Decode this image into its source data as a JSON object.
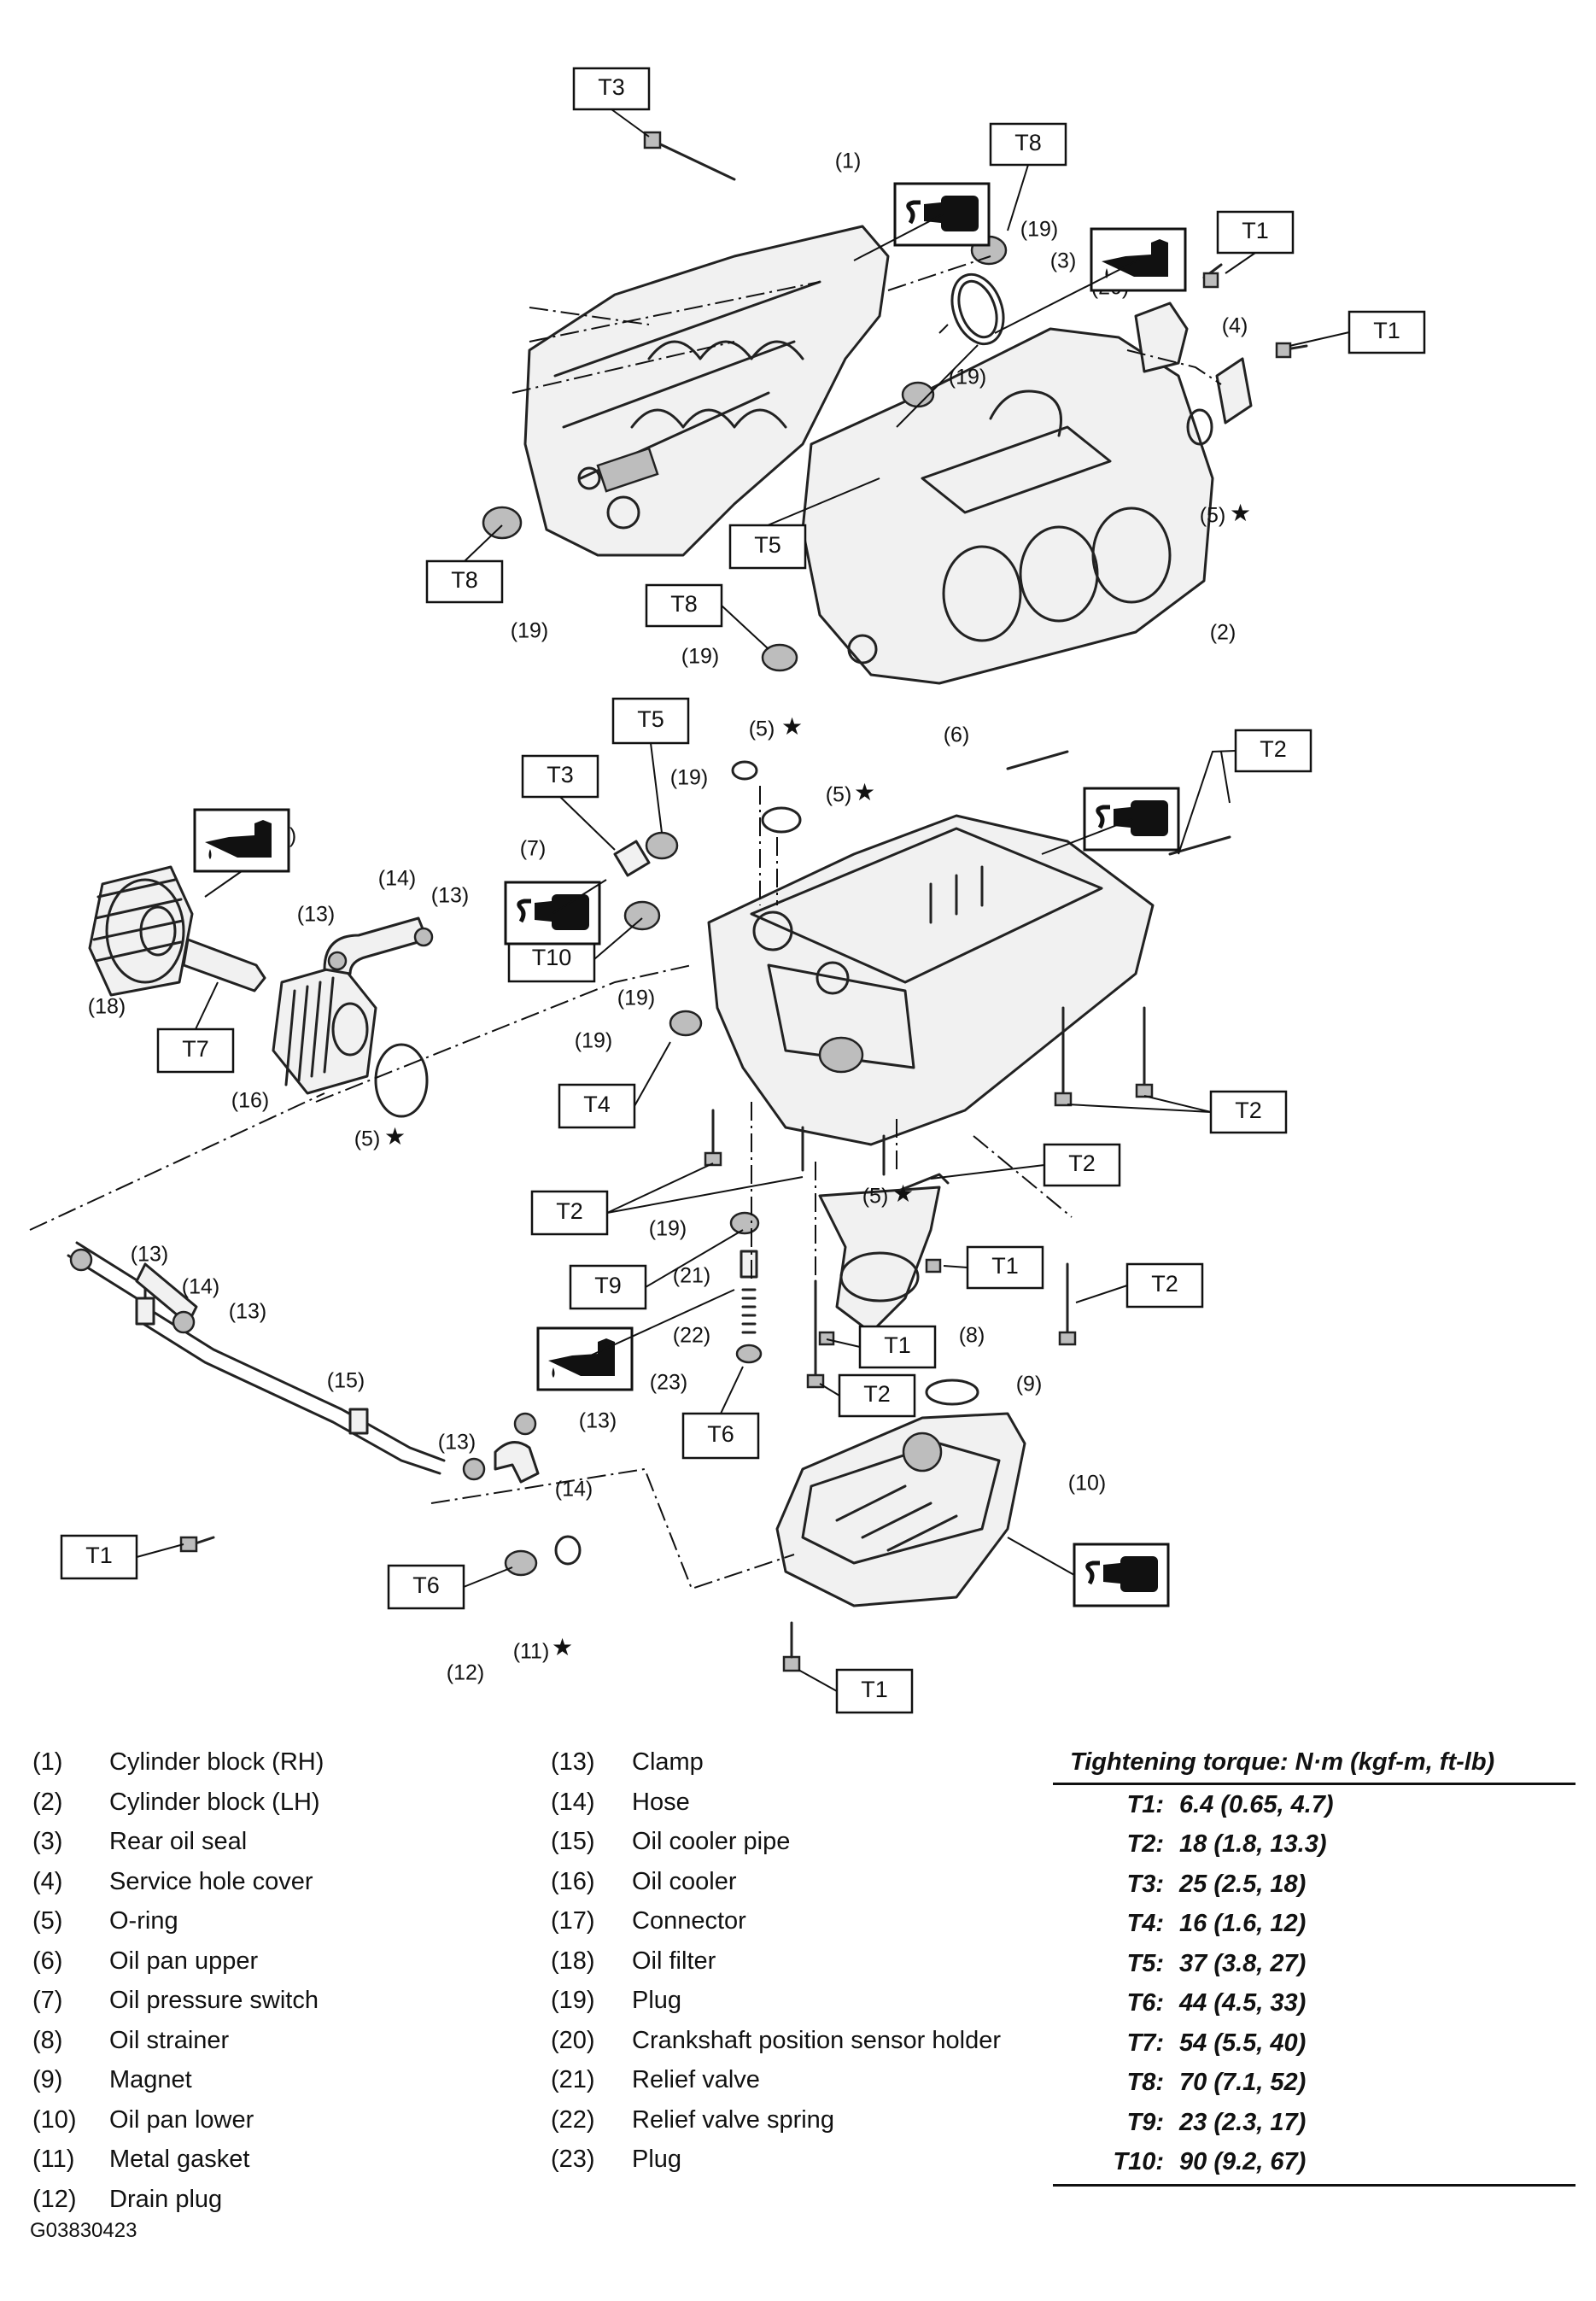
{
  "callouts": {
    "t1": "T1",
    "t2": "T2",
    "t3": "T3",
    "t4": "T4",
    "t5": "T5",
    "t6": "T6",
    "t7": "T7",
    "t8": "T8",
    "t9": "T9",
    "t10": "T10"
  },
  "part_numbers": {
    "p1": "(1)",
    "p2": "(2)",
    "p3": "(3)",
    "p4": "(4)",
    "p5": "(5)",
    "p6": "(6)",
    "p7": "(7)",
    "p8": "(8)",
    "p9": "(9)",
    "p10": "(10)",
    "p11": "(11)",
    "p12": "(12)",
    "p13": "(13)",
    "p14": "(14)",
    "p15": "(15)",
    "p16": "(16)",
    "p17": "(17)",
    "p18": "(18)",
    "p19": "(19)",
    "p20": "(20)",
    "p21": "(21)",
    "p22": "(22)",
    "p23": "(23)"
  },
  "star": "★",
  "legend_left": [
    {
      "num": "(1)",
      "name": "Cylinder block (RH)"
    },
    {
      "num": "(2)",
      "name": "Cylinder block (LH)"
    },
    {
      "num": "(3)",
      "name": "Rear oil seal"
    },
    {
      "num": "(4)",
      "name": "Service hole cover"
    },
    {
      "num": "(5)",
      "name": "O-ring"
    },
    {
      "num": "(6)",
      "name": "Oil pan upper"
    },
    {
      "num": "(7)",
      "name": "Oil pressure switch"
    },
    {
      "num": "(8)",
      "name": "Oil strainer"
    },
    {
      "num": "(9)",
      "name": "Magnet"
    },
    {
      "num": "(10)",
      "name": "Oil pan lower"
    },
    {
      "num": "(11)",
      "name": "Metal gasket"
    },
    {
      "num": "(12)",
      "name": "Drain plug"
    }
  ],
  "legend_right": [
    {
      "num": "(13)",
      "name": "Clamp"
    },
    {
      "num": "(14)",
      "name": "Hose"
    },
    {
      "num": "(15)",
      "name": "Oil cooler pipe"
    },
    {
      "num": "(16)",
      "name": "Oil cooler"
    },
    {
      "num": "(17)",
      "name": "Connector"
    },
    {
      "num": "(18)",
      "name": "Oil filter"
    },
    {
      "num": "(19)",
      "name": "Plug"
    },
    {
      "num": "(20)",
      "name": "Crankshaft position sensor holder"
    },
    {
      "num": "(21)",
      "name": "Relief valve"
    },
    {
      "num": "(22)",
      "name": "Relief valve spring"
    },
    {
      "num": "(23)",
      "name": "Plug"
    }
  ],
  "torque": {
    "heading": "Tightening torque: N·m (kgf-m, ft-lb)",
    "items": [
      {
        "key": "T1:",
        "value": "6.4 (0.65, 4.7)"
      },
      {
        "key": "T2:",
        "value": "18 (1.8, 13.3)"
      },
      {
        "key": "T3:",
        "value": "25 (2.5, 18)"
      },
      {
        "key": "T4:",
        "value": "16 (1.6, 12)"
      },
      {
        "key": "T5:",
        "value": "37 (3.8, 27)"
      },
      {
        "key": "T6:",
        "value": "44 (4.5, 33)"
      },
      {
        "key": "T7:",
        "value": "54 (5.5, 40)"
      },
      {
        "key": "T8:",
        "value": "70 (7.1, 52)"
      },
      {
        "key": "T9:",
        "value": "23 (2.3, 17)"
      },
      {
        "key": "T10:",
        "value": "90 (9.2, 67)"
      }
    ]
  },
  "figure_id": "G03830423",
  "icons": [
    "sealant-tube-icon",
    "oil-can-icon"
  ]
}
